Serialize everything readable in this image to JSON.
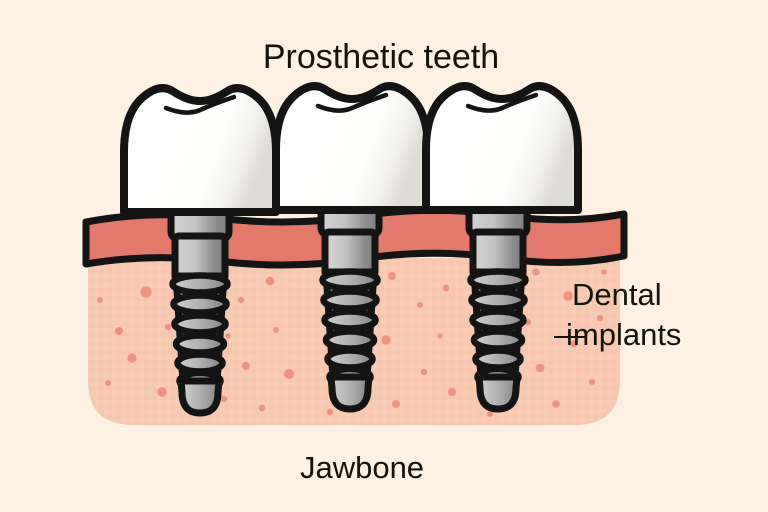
{
  "illustration": {
    "subject": "dental-implant-cross-section",
    "background_color": "#fcf1e3"
  },
  "labels": {
    "top": "Prosthetic teeth",
    "right_line1": "Dental",
    "right_line2": "implants",
    "right_leader": "—",
    "bottom": "Jawbone"
  },
  "anatomy": {
    "gum": {
      "name": "gum tissue",
      "color": "#e2796a",
      "outline": "#141414"
    },
    "bone": {
      "name": "jawbone",
      "color": "#f7c9b1",
      "speckle_color": "#eb9580"
    },
    "crown": {
      "name": "prosthetic crown",
      "color": "#ffffff",
      "shadow_color": "#d8d6d2",
      "outline": "#141414",
      "count": 3
    },
    "implant": {
      "name": "titanium implant screw",
      "metal_light": "#cfcfcf",
      "metal_dark": "#868686",
      "outline": "#141414",
      "thread_count": 6,
      "count": 3
    }
  },
  "text_color": "#14120f"
}
